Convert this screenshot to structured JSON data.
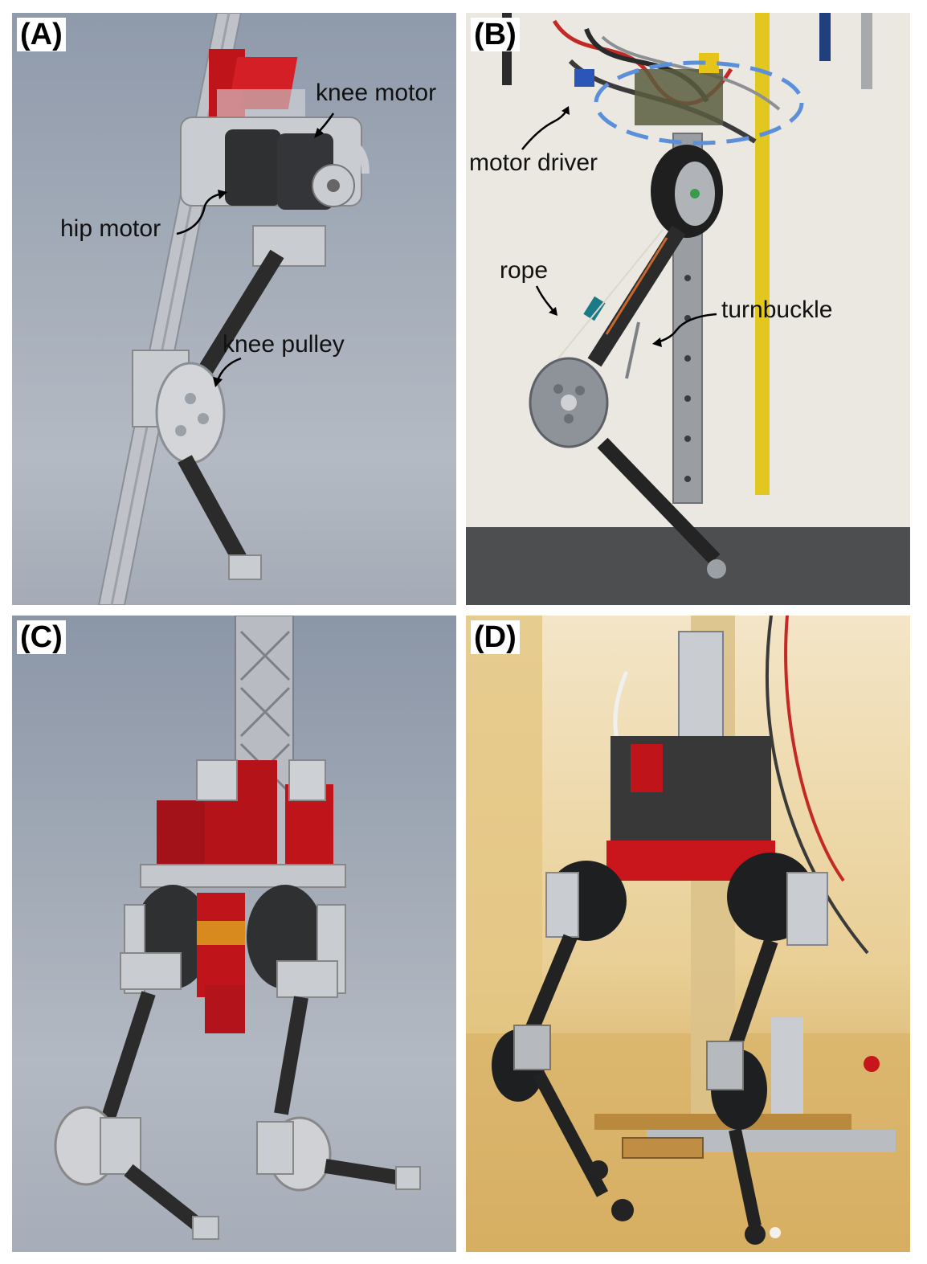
{
  "panels": {
    "a": {
      "label": "(A)",
      "callouts": {
        "knee_motor": "knee motor",
        "hip_motor": "hip motor",
        "knee_pulley": "knee pulley"
      },
      "background": "#9aa3b1"
    },
    "b": {
      "label": "(B)",
      "callouts": {
        "motor_driver": "motor driver",
        "rope": "rope",
        "turnbuckle": "turnbuckle"
      },
      "background": "#e9e5df"
    },
    "c": {
      "label": "(C)",
      "background": "#9aa3b1"
    },
    "d": {
      "label": "(D)",
      "background": "#d8b56a"
    }
  },
  "colors": {
    "cad_red": "#c0141b",
    "cad_grey": "#c9ccd0",
    "carbon": "#2b2b2b",
    "motor_black": "#2f3032",
    "guide_dash": "#5b8fd9",
    "tape_yellow": "#e2c71e"
  }
}
